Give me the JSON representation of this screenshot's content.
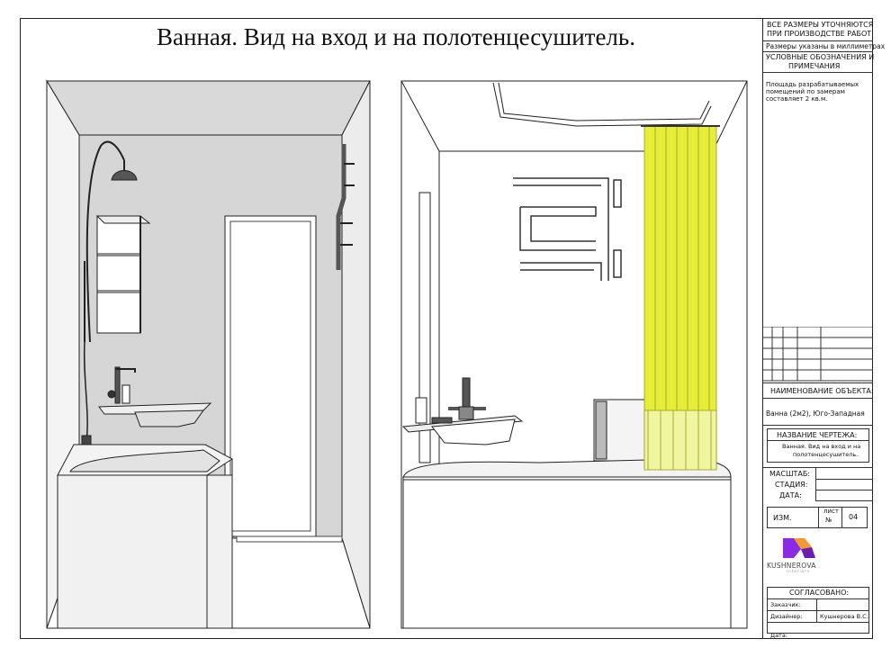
{
  "drawing": {
    "title": "Ванная. Вид на вход и на полотенцесушитель."
  },
  "stamp": {
    "notice_line1": "ВСЕ РАЗМЕРЫ УТОЧНЯЮТСЯ",
    "notice_line2": "ПРИ ПРОИЗВОДСТВЕ РАБОТ.",
    "units_note": "Размеры указаны в миллиметрах",
    "legend_line1": "УСЛОВНЫЕ ОБОЗНАЧЕНИЯ И",
    "legend_line2": "ПРИМЕЧАНИЯ",
    "area_line1": "Площадь разрабатываемых",
    "area_line2": "помещений по замерам",
    "area_line3": "составляет 2 кв.м.",
    "object_label": "НАИМЕНОВАНИЕ ОБЪЕКТА:",
    "object_value": "Ванна (2м2), Юго-Западная",
    "drawing_name_label": "НАЗВАНИЕ ЧЕРТЕЖА:",
    "drawing_name_line1": "Ванная. Вид на вход и на",
    "drawing_name_line2": "полотенцесушитель.",
    "scale_label": "МАСШТАБ:",
    "stage_label": "СТАДИЯ:",
    "date_label": "ДАТА:",
    "change_label": "ИЗМ.",
    "sheet_label_1": "лист",
    "sheet_label_2": "№",
    "sheet_number": "04",
    "logo_text": "KUSHNEROVA",
    "logo_sub": "interiors",
    "approved_label": "СОГЛАСОВАНО:",
    "customer_label": "Заказчик:",
    "designer_label": "Дизайнер:",
    "designer_value": "Кушнерова В.С.",
    "signature_date_label": "Дата:"
  },
  "colors": {
    "curtain": "#e6ee3a",
    "curtain_shadow": "#c9d12a",
    "wall_gray": "#d9d9d9",
    "line": "#222222",
    "logo_purple": "#8a2be2",
    "logo_orange": "#f29a2e"
  }
}
